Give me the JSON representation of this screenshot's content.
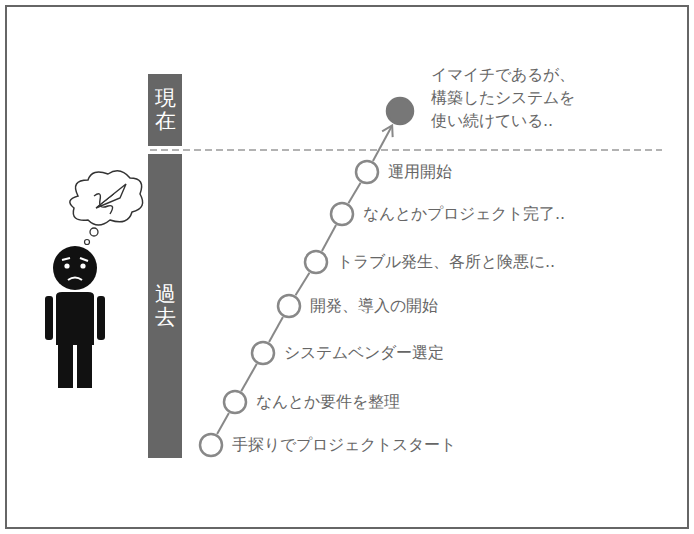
{
  "diagram": {
    "nodes": [
      {
        "text": [
          "現在"
        ]
      },
      {
        "text": [
          "過去"
        ]
      },
      {
        "text": [
          "手探りでプロジェクトスタート"
        ]
      },
      {
        "text": [
          "なんとか要件を整理"
        ]
      },
      {
        "text": [
          "システムベンダー選定"
        ]
      },
      {
        "text": [
          "開発、導入の開始"
        ]
      },
      {
        "text": [
          "トラブル発生、各所と険悪に.."
        ]
      },
      {
        "text": [
          "なんとかプロジェクト完了.."
        ]
      },
      {
        "text": [
          "運用開始"
        ]
      },
      {
        "text": [
          "イマイチであるが、 構築したシステムを 使い続けている.."
        ]
      }
    ],
    "edges": [
      {
        "from": 2,
        "to": 3,
        "arrow": "none"
      },
      {
        "from": 3,
        "to": 4,
        "arrow": "none"
      },
      {
        "from": 4,
        "to": 5,
        "arrow": "none"
      },
      {
        "from": 5,
        "to": 6,
        "arrow": "none"
      },
      {
        "from": 6,
        "to": 7,
        "arrow": "none"
      },
      {
        "from": 7,
        "to": 8,
        "arrow": "none"
      },
      {
        "from": 8,
        "to": 9,
        "arrow": "to"
      }
    ]
  }
}
